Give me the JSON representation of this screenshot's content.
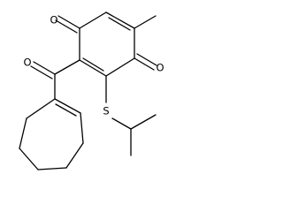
{
  "molecule": {
    "atoms": {
      "O1": "O",
      "O2": "O",
      "O3": "O",
      "S1": "S"
    }
  },
  "colors": {
    "background": "#ffffff",
    "bond": "#000000",
    "label": "#000000"
  }
}
